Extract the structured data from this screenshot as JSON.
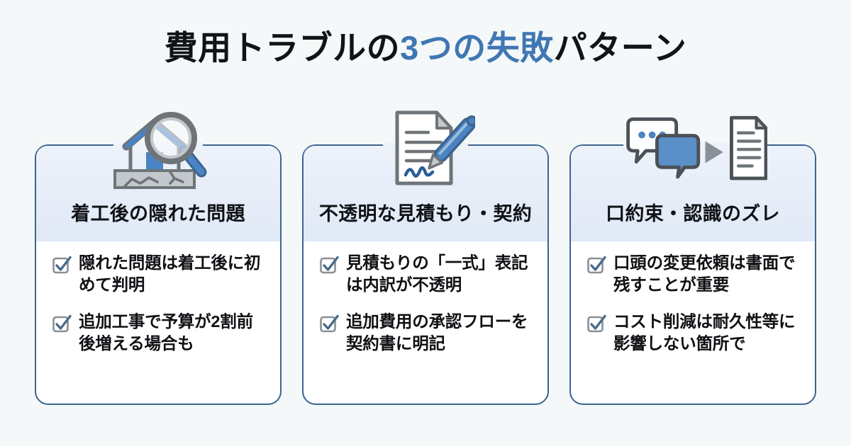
{
  "page": {
    "background_color": "#f4f8f9",
    "accent_color": "#3f77b3",
    "border_color": "#3d6490",
    "header_bg_color": "#e6edf8",
    "check_color": "#4a6b8a"
  },
  "title": {
    "lead": "費用トラブルの",
    "accent": "3つの失敗",
    "tail": "パターン",
    "full": "費用トラブルの3つの失敗パターン"
  },
  "cards": [
    {
      "icon_name": "house-inspection-magnifier-icon",
      "heading": "着工後の隠れた問題",
      "items": [
        "隠れた問題は着工後に初めて判明",
        "追加工事で予算が2割前後増える場合も"
      ]
    },
    {
      "icon_name": "contract-document-pen-icon",
      "heading": "不透明な見積もり・契約",
      "items": [
        "見積もりの「一式」表記は内訳が不透明",
        "追加費用の承認フローを契約書に明記"
      ]
    },
    {
      "icon_name": "chat-to-document-icon",
      "heading": "口約束・認識のズレ",
      "items": [
        "口頭の変更依頼は書面で残すことが重要",
        "コスト削減は耐久性等に影響しない箇所で"
      ]
    }
  ]
}
